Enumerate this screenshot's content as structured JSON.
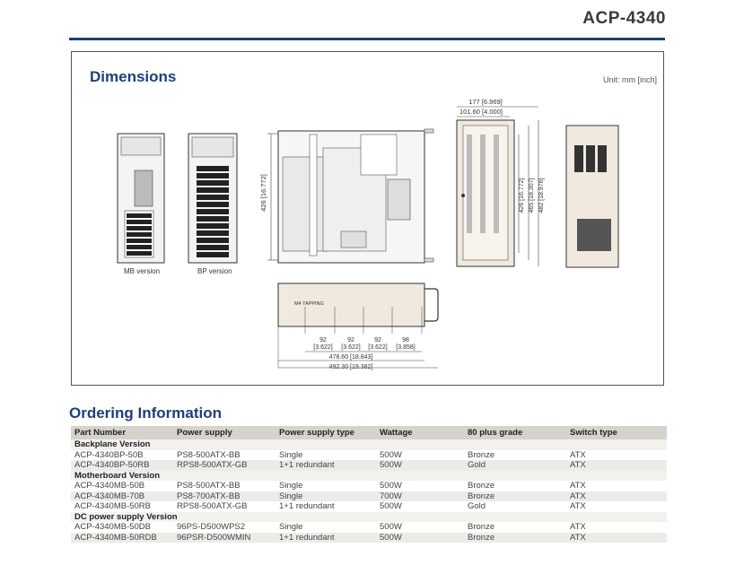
{
  "product": {
    "title": "ACP-4340"
  },
  "dimensions": {
    "title": "Dimensions",
    "unit": "Unit: mm [inch]",
    "captions": {
      "mb_version": "MB version",
      "bp_version": "BP version"
    },
    "labels": {
      "side_height": "426 [16.772]",
      "front_width_outer": "177 [6.969]",
      "front_width_inner": "101.60 [4.000]",
      "front_h1": "426 [16.772]",
      "front_h2": "465 [18.307]",
      "front_h3": "482 [18.976]",
      "m4_tapping": "M4 TAPPING",
      "pitch_1": "92",
      "pitch_1_in": "[3.622]",
      "pitch_2": "92",
      "pitch_2_in": "[3.622]",
      "pitch_3": "92",
      "pitch_3_in": "[3.622]",
      "pitch_4": "98",
      "pitch_4_in": "[3.858]",
      "length_1": "478.60 [18.843]",
      "length_2": "492.30 [19.382]"
    }
  },
  "ordering": {
    "title": "Ordering Information",
    "columns": [
      "Part Number",
      "Power supply",
      "Power supply type",
      "Wattage",
      "80 plus grade",
      "Switch type"
    ],
    "groups": [
      {
        "name": "Backplane Version",
        "rows": [
          [
            "ACP-4340BP-50B",
            "PS8-500ATX-BB",
            "Single",
            "500W",
            "Bronze",
            "ATX"
          ],
          [
            "ACP-4340BP-50RB",
            "RPS8-500ATX-GB",
            "1+1 redundant",
            "500W",
            "Gold",
            "ATX"
          ]
        ]
      },
      {
        "name": "Motherboard Version",
        "rows": [
          [
            "ACP-4340MB-50B",
            "PS8-500ATX-BB",
            "Single",
            "500W",
            "Bronze",
            "ATX"
          ],
          [
            "ACP-4340MB-70B",
            "PS8-700ATX-BB",
            "Single",
            "700W",
            "Bronze",
            "ATX"
          ],
          [
            "ACP-4340MB-50RB",
            "RPS8-500ATX-GB",
            "1+1 redundant",
            "500W",
            "Gold",
            "ATX"
          ]
        ]
      },
      {
        "name": "DC power supply Version",
        "rows": [
          [
            "ACP-4340MB-50DB",
            "96PS-D500WPS2",
            "Single",
            "500W",
            "Bronze",
            "ATX"
          ],
          [
            "ACP-4340MB-50RDB",
            "96PSR-D500WMIN",
            "1+1 redundant",
            "500W",
            "Bronze",
            "ATX"
          ]
        ]
      }
    ]
  }
}
